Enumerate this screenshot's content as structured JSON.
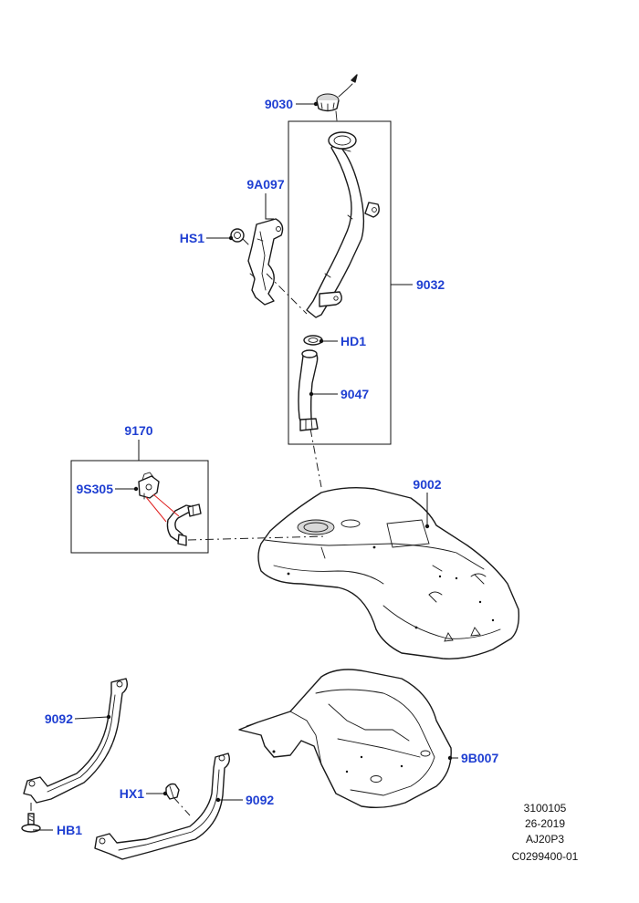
{
  "labels": {
    "cap": "9030",
    "filler_pipe_box": "9032",
    "heat_shield": "9A097",
    "screw": "HS1",
    "clamp": "HD1",
    "hose": "9047",
    "vent_kit": "9170",
    "vent_valve": "9S305",
    "tank": "9002",
    "tank_shield": "9B007",
    "strap_left": "9092",
    "strap_right": "9092",
    "nut": "HX1",
    "bolt": "HB1"
  },
  "footer": {
    "line1": "3100105",
    "line2": "26-2019",
    "line3": "AJ20P3",
    "line4": "C0299400-01"
  }
}
